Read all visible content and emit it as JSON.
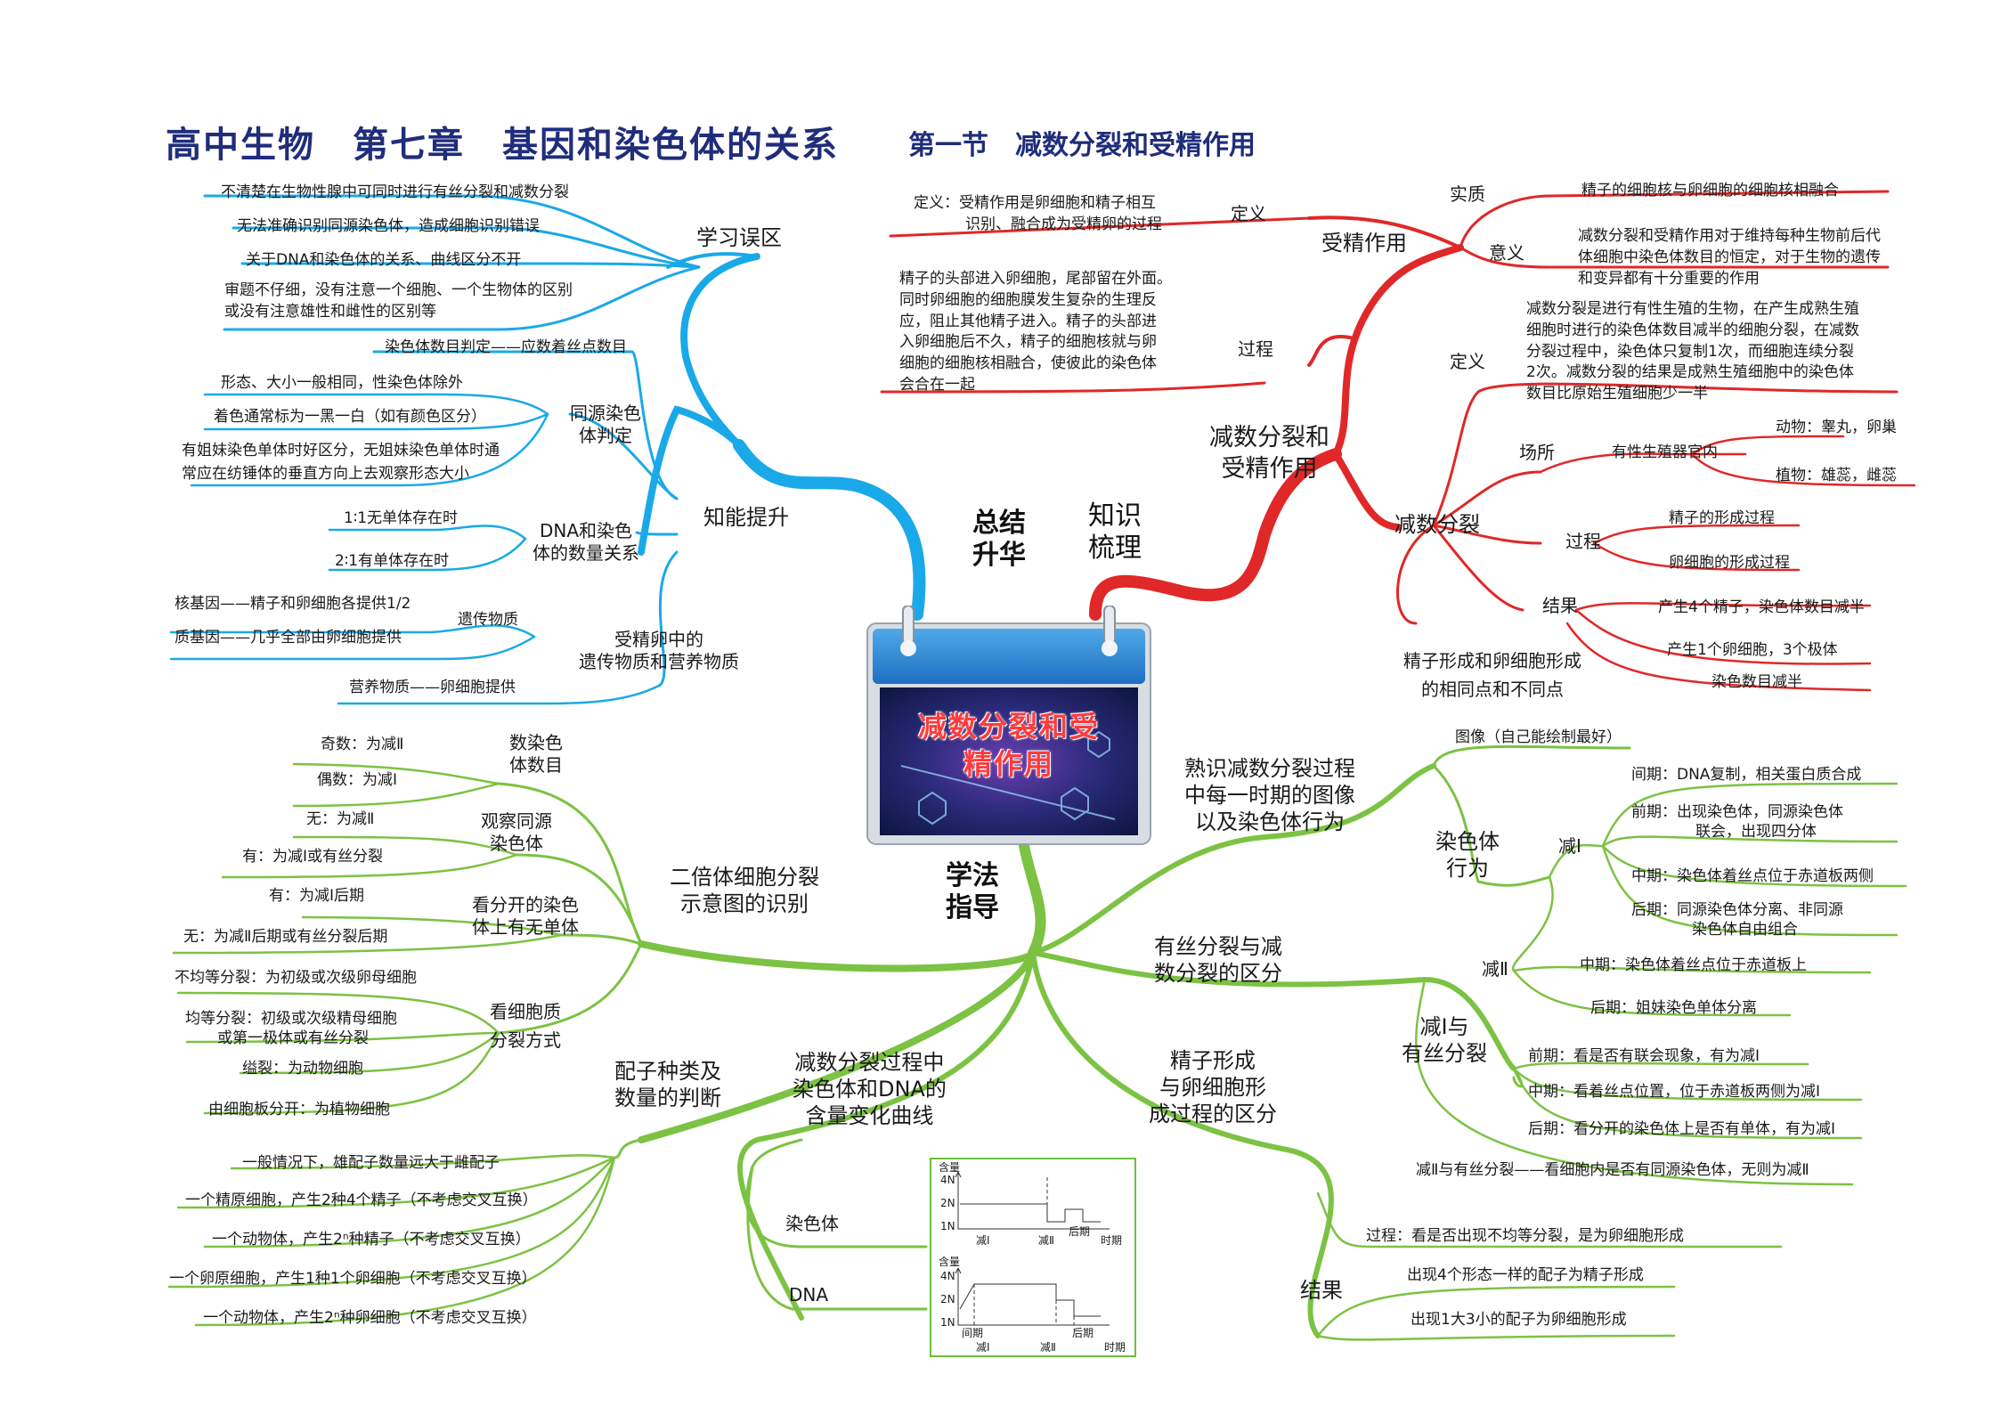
{
  "title": {
    "main": "高中生物　第七章　基因和染色体的关系",
    "sub": "第一节　减数分裂和受精作用"
  },
  "colors": {
    "blue": "#1aa9e8",
    "red": "#e02828",
    "green": "#7cc243",
    "title": "#1f2d7a"
  },
  "center": {
    "card_text": "减数分裂和受精作用",
    "branch_blue": "总结升华",
    "branch_red": "知识梳理",
    "branch_green": "学法指导"
  },
  "blue": {
    "errors": {
      "label": "学习误区",
      "items": [
        "不清楚在生物性腺中可同时进行有丝分裂和减数分裂",
        "无法准确识别同源染色体，造成细胞识别错误",
        "关于DNA和染色体的关系、曲线区分不开",
        "审题不仔细，没有注意一个细胞、一个生物体的区别",
        "或没有注意雄性和雌性的区别等"
      ]
    },
    "ability": {
      "label": "知能提升",
      "count": "染色体数目判定——应数着丝点数目",
      "homolog": {
        "label1": "同源染色",
        "label2": "体判定",
        "items": [
          "形态、大小一般相同，性染色体除外",
          "着色通常标为一黑一白（如有颜色区分）",
          "有姐妹染色单体时好区分，无姐妹染色单体时通",
          "常应在纺锤体的垂直方向上去观察形态大小"
        ]
      },
      "dna": {
        "label1": "DNA和染色",
        "label2": "体的数量关系",
        "items": [
          "1∶1无单体存在时",
          "2∶1有单体存在时"
        ]
      },
      "zygote": {
        "label1": "受精卵中的",
        "label2": "遗传物质和营养物质",
        "genetic": "遗传物质",
        "items": [
          "核基因——精子和卵细胞各提供1/2",
          "质基因——几乎全部由卵细胞提供"
        ],
        "nutrient": "营养物质——卵细胞提供"
      }
    }
  },
  "red": {
    "fert": {
      "label": "受精作用",
      "def_label": "定义",
      "def_text1": "定义：受精作用是卵细胞和精子相互",
      "def_text2": "识别、融合成为受精卵的过程",
      "essence_label": "实质",
      "essence_text": "精子的细胞核与卵细胞的细胞核相融合",
      "meaning_label": "意义",
      "meaning_lines": [
        "减数分裂和受精作用对于维持每种生物前后代",
        "体细胞中染色体数目的恒定，对于生物的遗传",
        "和变异都有十分重要的作用"
      ],
      "process_label": "过程",
      "process_lines": [
        "精子的头部进入卵细胞，尾部留在外面。",
        "同时卵细胞的细胞膜发生复杂的生理反",
        "应，阻止其他精子进入。精子的头部进",
        "入卵细胞后不久，精子的细胞核就与卵",
        "细胞的细胞核相融合，使彼此的染色体",
        "会合在一起"
      ]
    },
    "hub": {
      "label1": "减数分裂和",
      "label2": "受精作用"
    },
    "meiosis": {
      "label": "减数分裂",
      "def_label": "定义",
      "def_lines": [
        "减数分裂是进行有性生殖的生物，在产生成熟生殖",
        "细胞时进行的染色体数目减半的细胞分裂，在减数",
        "分裂过程中，染色体只复制1次，而细胞连续分裂",
        "2次。减数分裂的结果是成熟生殖细胞中的染色体",
        "数目比原始生殖细胞少一半"
      ],
      "site_label": "场所",
      "site_organ": "有性生殖器官内",
      "site_animal": "动物：睾丸，卵巢",
      "site_plant": "植物：雄蕊，雌蕊",
      "proc_label": "过程",
      "proc_items": [
        "精子的形成过程",
        "卵细胞的形成过程"
      ],
      "result_label": "结果",
      "result_items": [
        "产生4个精子，染色体数目减半",
        "产生1个卵细胞，3个极体",
        "染色数目减半"
      ],
      "compare1": "精子形成和卵细胞形成",
      "compare2": "的相同点和不同点"
    }
  },
  "green_left": {
    "diploid": {
      "label1": "二倍体细胞分裂",
      "label2": "示意图的识别",
      "count": {
        "label1": "数染色",
        "label2": "体数目",
        "items": [
          "奇数：为减Ⅱ",
          "偶数：为减Ⅰ"
        ]
      },
      "homolog": {
        "label1": "观察同源",
        "label2": "染色体",
        "items": [
          "无：为减Ⅱ",
          "有：为减Ⅰ或有丝分裂"
        ]
      },
      "chromatid": {
        "label1": "看分开的染色",
        "label2": "体上有无单体",
        "items": [
          "有：为减Ⅰ后期",
          "无：为减Ⅱ后期或有丝分裂后期"
        ]
      },
      "division": {
        "label1": "看细胞质",
        "label2": "分裂方式",
        "items": [
          "不均等分裂：为初级或次级卵母细胞",
          "均等分裂：初级或次级精母细胞",
          "或第一极体或有丝分裂",
          "缢裂：为动物细胞",
          "由细胞板分开：为植物细胞"
        ]
      }
    },
    "gamete": {
      "label1": "配子种类及",
      "label2": "数量的判断",
      "items": [
        "一般情况下，雄配子数量远大于雌配子",
        "一个精原细胞，产生2种4个精子（不考虑交叉互换）",
        "一个动物体，产生2ⁿ种精子（不考虑交叉互换）",
        "一个卵原细胞，产生1种1个卵细胞（不考虑交叉互换）",
        "一个动物体，产生2ⁿ种卵细胞（不考虑交叉互换）"
      ]
    },
    "curve": {
      "label1": "减数分裂过程中",
      "label2": "染色体和DNA的",
      "label3": "含量变化曲线",
      "chrom": "染色体",
      "dna": "DNA"
    }
  },
  "green_right": {
    "behavior": {
      "label1": "熟识减数分裂过程",
      "label2": "中每一时期的图像",
      "label3": "以及染色体行为",
      "image": "图像（自己能绘制最好）",
      "chrom_label1": "染色体",
      "chrom_label2": "行为",
      "m1_label": "减Ⅰ",
      "m1_items": [
        "间期：DNA复制，相关蛋白质合成",
        "前期：出现染色体，同源染色体",
        "联会，出现四分体",
        "中期：染色体着丝点位于赤道板两侧",
        "后期：同源染色体分离、非同源",
        "染色体自由组合"
      ],
      "m2_label": "减Ⅱ",
      "m2_items": [
        "中期：染色体着丝点位于赤道板上",
        "后期：姐妹染色单体分离"
      ]
    },
    "mitosis": {
      "label1": "有丝分裂与减",
      "label2": "数分裂的区分",
      "m1_label1": "减Ⅰ与",
      "m1_label2": "有丝分裂",
      "m1_items": [
        "前期：看是否有联会现象，有为减Ⅰ",
        "中期：看着丝点位置，位于赤道板两侧为减Ⅰ",
        "后期：看分开的染色体上是否有单体，有为减Ⅰ"
      ],
      "m2_text": "减Ⅱ与有丝分裂——看细胞内是否有同源染色体，无则为减Ⅱ"
    },
    "form": {
      "label1": "精子形成",
      "label2": "与卵细胞形",
      "label3": "成过程的区分",
      "process": "过程：看是否出现不均等分裂，是为卵细胞形成",
      "result_label": "结果",
      "result_items": [
        "出现4个形态一样的配子为精子形成",
        "出现1大3小的配子为卵细胞形成"
      ]
    }
  },
  "mini_chart": {
    "y_label": "含量",
    "ticks_y": [
      "4N",
      "2N",
      "1N"
    ],
    "top_x": [
      "减Ⅰ",
      "减Ⅱ",
      "后期",
      "时期"
    ],
    "bottom_x": [
      "间期",
      "减Ⅰ",
      "减Ⅱ",
      "后期",
      "时期"
    ]
  }
}
